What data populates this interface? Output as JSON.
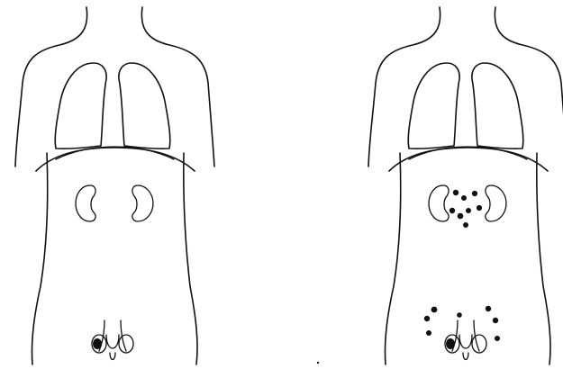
{
  "figures": [
    {
      "id": "left",
      "panel": "normal-distribution",
      "shows_lymph_node_metastases": false,
      "shows_primary_tumor": true
    },
    {
      "id": "right",
      "panel": "metastatic-spread",
      "shows_lymph_node_metastases": true,
      "shows_primary_tumor": true
    }
  ],
  "colors": {
    "background": "#ffffff",
    "line": "#111111",
    "lesion": "#111111"
  }
}
